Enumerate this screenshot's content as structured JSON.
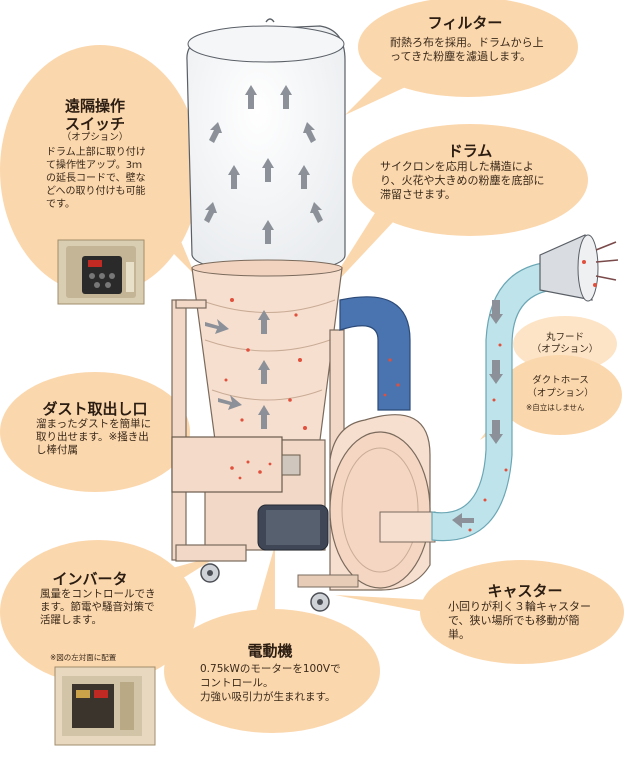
{
  "colors": {
    "callout_fill": "#fbd7ad",
    "hood_label_fill": "#fde4c6",
    "hopper": "#f7dfcf",
    "blue_pipe": "#4a74b0",
    "duct": "#bfe3ea",
    "frame": "#f2d8c6",
    "dust_red": "#e0503c",
    "arrow_grey": "#8c9199"
  },
  "filter": {
    "title": "フィルター",
    "desc": "耐熱ろ布を採用。ドラムから上ってきた粉塵を濾過します。"
  },
  "remote": {
    "title_line1": "遠隔操作",
    "title_line2": "スイッチ",
    "subtitle": "（オプション）",
    "desc": "ドラム上部に取り付けて操作性アップ。3ｍの延長コードで、壁などへの取り付けも可能です。"
  },
  "drum": {
    "title": "ドラム",
    "desc": "サイクロンを応用した構造により、火花や大きめの粉塵を底部に滞留させます。"
  },
  "hood": {
    "line1": "丸フード",
    "line2": "（オプション）"
  },
  "duct_hose": {
    "line1": "ダクトホース",
    "line2": "（オプション）",
    "note": "※自立はしません"
  },
  "dust_outlet": {
    "title": "ダスト取出し口",
    "desc": "溜まったダストを簡単に取り出せます。※掻き出し棒付属"
  },
  "inverter": {
    "title": "インバータ",
    "desc": "風量をコントロールできます。節電や騒音対策で活躍します。",
    "note": "※図の左対面に配置"
  },
  "caster": {
    "title": "キャスター",
    "desc": "小回りが利く３輪キャスターで、狭い場所でも移動が簡単。"
  },
  "motor": {
    "title": "電動機",
    "desc_line1": "0.75kWのモーターを100Vで",
    "desc_line2": "コントロール。",
    "desc_line3": "力強い吸引力が生まれます。"
  }
}
